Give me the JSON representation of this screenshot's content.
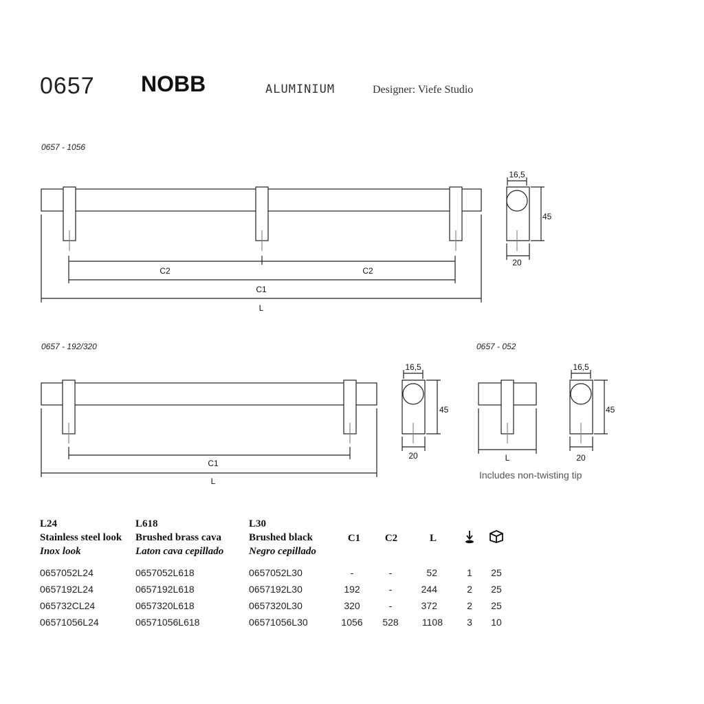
{
  "header": {
    "code": "0657",
    "name": "NOBB",
    "material": "ALUMINIUM",
    "designer": "Designer: Viefe Studio"
  },
  "drawings": {
    "large": {
      "label": "0657 - 1056",
      "c2": "C2",
      "c1": "C1",
      "l": "L",
      "side_width": "16,5",
      "side_height": "45",
      "side_base": "20"
    },
    "medium": {
      "label": "0657 - 192/320",
      "c1": "C1",
      "l": "L",
      "side_width": "16,5",
      "side_height": "45",
      "side_base": "20"
    },
    "small": {
      "label": "0657 - 052",
      "l": "L",
      "side_width": "16,5",
      "side_height": "45",
      "side_base": "20",
      "note": "Includes non-twisting tip"
    }
  },
  "table": {
    "finishes": [
      {
        "code": "L24",
        "name": "Stainless steel look",
        "name_es": "Inox look"
      },
      {
        "code": "L618",
        "name": "Brushed brass cava",
        "name_es": "Laton cava cepillado"
      },
      {
        "code": "L30",
        "name": "Brushed black",
        "name_es": "Negro cepillado"
      }
    ],
    "headers": {
      "c1": "C1",
      "c2": "C2",
      "l": "L"
    },
    "icons": [
      "screw-icon",
      "box-icon"
    ],
    "rows": [
      {
        "l24": "0657052L24",
        "l618": "0657052L618",
        "l30": "0657052L30",
        "c1": "-",
        "c2": "-",
        "l": "52",
        "screws": "1",
        "box": "25"
      },
      {
        "l24": "0657192L24",
        "l618": "0657192L618",
        "l30": "0657192L30",
        "c1": "192",
        "c2": "-",
        "l": "244",
        "screws": "2",
        "box": "25"
      },
      {
        "l24": "065732CL24",
        "l618": "0657320L618",
        "l30": "0657320L30",
        "c1": "320",
        "c2": "-",
        "l": "372",
        "screws": "2",
        "box": "25"
      },
      {
        "l24": "06571056L24",
        "l618": "06571056L618",
        "l30": "06571056L30",
        "c1": "1056",
        "c2": "528",
        "l": "1108",
        "screws": "3",
        "box": "10"
      }
    ]
  }
}
